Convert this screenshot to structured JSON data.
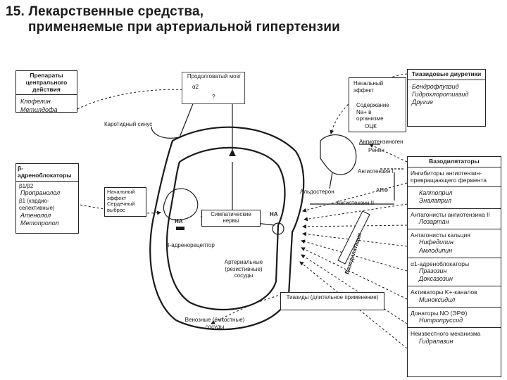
{
  "title": {
    "line1": "15. Лекарственные средства,",
    "line2": "применяемые при артериальной гипертензии"
  },
  "central": {
    "header": "Препараты центрального действия",
    "drugs": [
      "Клофелин",
      "Метилдофа"
    ]
  },
  "medulla": {
    "label": "Продолговатый мозг",
    "alpha2": "α2",
    "question": "?"
  },
  "carotid": "Каротидный синус",
  "beta_blockers": {
    "header": "β-адреноблокаторы",
    "subtype1": "β1/β2",
    "drug1": "Пропранолол",
    "subtype2": "β1 (кардио-селективные)",
    "drug2": "Атенолол",
    "drug3": "Метопролол"
  },
  "heart_effect": {
    "line1": "Начальный",
    "line2": "эффект",
    "line3": "Сердечный",
    "line4": "выброс"
  },
  "heart": {
    "na": "НА",
    "beta_receptor": "β-адренорецептор"
  },
  "sympathetic": "Симпатические нервы",
  "na_vessel": "НА",
  "arterial": "Артериальные (резистивные) сосуды",
  "venous": "Венозные (ёмкостные) сосуды",
  "thiazides_long": "Тиазиды (длительное применение)",
  "thiazide_diuretics": {
    "header": "Тиазидовые диуретики",
    "drugs": [
      "Бендрофлуазид",
      "Гидрохлоротиазид",
      "Другие"
    ]
  },
  "diuretic_effect": {
    "initial": "Начальный эффект",
    "sodium": "Содержание Na+ в организме",
    "ouk": "ОЦК"
  },
  "raas": {
    "angiotensinogen": "Ангиотензиноген",
    "renin": "Ренин",
    "ang1": "Ангиотензин I",
    "apf": "АПФ",
    "ang2": "Ангиотензин II",
    "aldosterone": "Альдостерон"
  },
  "vasodilation": "Вазодилатация",
  "vasodilators": {
    "header": "Вазодилятаторы",
    "groups": [
      {
        "title": "Ингибиторы ангиотензин-превращающего фермента",
        "drugs": []
      },
      {
        "title": "",
        "drugs": [
          "Каптоприл",
          "Эналаприл"
        ]
      },
      {
        "title": "Антагонисты ангиотензина II",
        "drugs": [
          "Лозартан"
        ]
      },
      {
        "title": "Антагонисты кальция",
        "drugs": [
          "Нифедипин",
          "Амлодипин"
        ]
      },
      {
        "title": "α1-адреноблокаторы",
        "drugs": [
          "Празозин",
          "Доксазозин"
        ]
      },
      {
        "title": "Активаторы K+-каналов",
        "drugs": [
          "Миноксидил"
        ]
      },
      {
        "title": "Донаторы NO (ЭРФ)",
        "drugs": [
          "Нитропруссид"
        ]
      },
      {
        "title": "Неизвестного механизма",
        "drugs": [
          "Гидралазин"
        ]
      }
    ]
  },
  "colors": {
    "ink": "#1a1a1a",
    "paper": "#ffffff"
  }
}
